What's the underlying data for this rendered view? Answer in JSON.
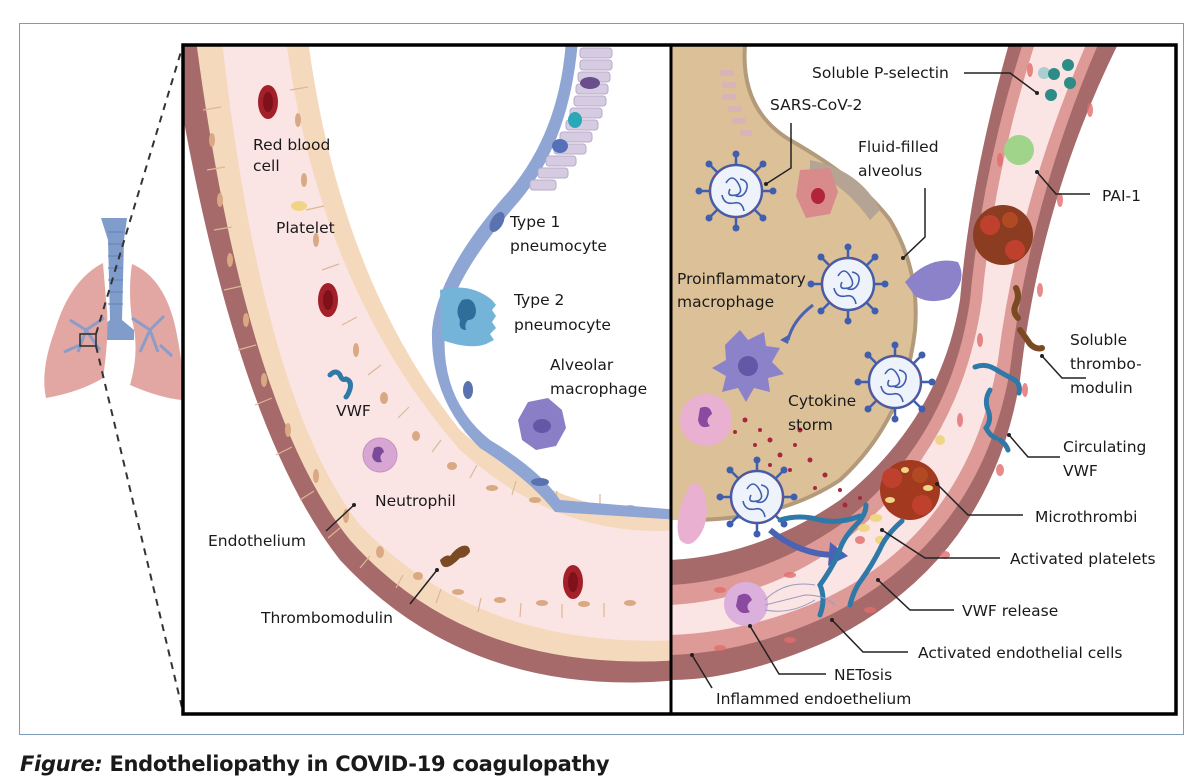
{
  "caption": {
    "prefix": "Figure:",
    "title": "Endotheliopathy in COVID-19 coagulopathy"
  },
  "colors": {
    "frame_border": "#7d9ab8",
    "vessel_wall": "#a76a6a",
    "vessel_lumen": "#fbe4e4",
    "endothelium_normal": "#f5d9bd",
    "endothelium_inflamed": "#d58c88",
    "alveolus_fluid": "#dcc198",
    "pneumocyte": "#8fa6d4",
    "virus": "#3f5fae",
    "rbc": "#a3202a",
    "vwf": "#2f79a8",
    "thrombomodulin": "#7a4a22",
    "neutrophil": "#d7a6d3",
    "macrophage": "#8c82c9",
    "pai1": "#9fd48a",
    "p_selectin": "#2e8c86"
  },
  "overview": {
    "organ": "lungs-icon",
    "inset_marker": "zoom-box"
  },
  "left_panel": {
    "title": "Healthy",
    "labels": {
      "rbc": "Red blood\ncell",
      "rbc_line1": "Red blood",
      "rbc_line2": "cell",
      "platelet": "Platelet",
      "vwf": "VWF",
      "neutrophil": "Neutrophil",
      "endothelium": "Endothelium",
      "thrombomodulin": "Thrombomodulin",
      "type1_line1": "Type 1",
      "type1_line2": "pneumocyte",
      "type2_line1": "Type 2",
      "type2_line2": "pneumocyte",
      "alv_mac_line1": "Alveolar",
      "alv_mac_line2": "macrophage"
    }
  },
  "right_panel": {
    "labels": {
      "p_selectin": "Soluble P-selectin",
      "sars": "SARS-CoV-2",
      "fluid_line1": "Fluid-filled",
      "fluid_line2": "alveolus",
      "pai1": "PAI-1",
      "proinf_line1": "Proinflammatory",
      "proinf_line2": "macrophage",
      "sol_tm_line1": "Soluble",
      "sol_tm_line2": "thrombo-",
      "sol_tm_line3": "modulin",
      "cytokine_line1": "Cytokine",
      "cytokine_line2": "storm",
      "circ_vwf_line1": "Circulating",
      "circ_vwf_line2": "VWF",
      "microthrombi": "Microthrombi",
      "act_platelets": "Activated platelets",
      "vwf_release": "VWF release",
      "act_endo": "Activated endothelial cells",
      "netosis": "NETosis",
      "inflamed_endo": "Inflammed endoethelium"
    }
  }
}
